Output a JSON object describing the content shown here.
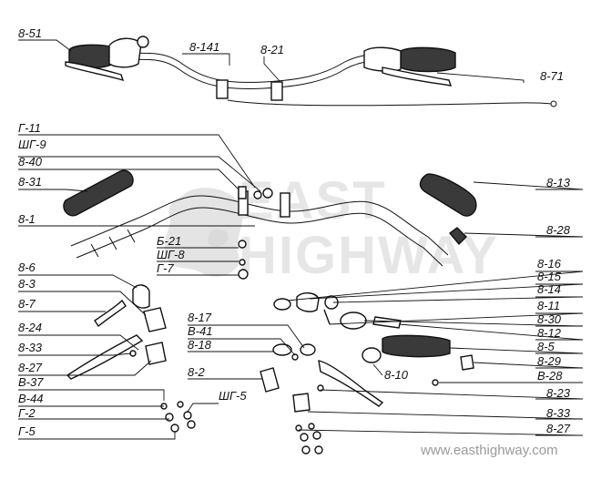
{
  "labels": {
    "l_8_51": "8-51",
    "l_8_141": "8-141",
    "l_8_21": "8-21",
    "l_8_71": "8-71",
    "l_g_11": "Г-11",
    "l_shg_9": "ШГ-9",
    "l_8_40": "8-40",
    "l_8_31": "8-31",
    "l_8_13": "8-13",
    "l_8_1": "8-1",
    "l_8_28a": "8-28",
    "l_b_21": "Б-21",
    "l_shg_8": "ШГ-8",
    "l_g_7": "Г-7",
    "l_8_6": "8-6",
    "l_8_3": "8-3",
    "l_8_7": "8-7",
    "l_8_24": "8-24",
    "l_8_33a": "8-33",
    "l_8_27a": "8-27",
    "l_v_37": "В-37",
    "l_v_44": "В-44",
    "l_g_2": "Г-2",
    "l_g_5": "Г-5",
    "l_8_17": "8-17",
    "l_v_41": "В-41",
    "l_8_18": "8-18",
    "l_8_2": "8-2",
    "l_shg_5": "ШГ-5",
    "l_8_16": "8-16",
    "l_8_15": "8-15",
    "l_8_14": "8-14",
    "l_8_11": "8-11",
    "l_8_30": "8-30",
    "l_8_12": "8-12",
    "l_8_5": "8-5",
    "l_8_29": "8-29",
    "l_v_28": "В-28",
    "l_8_10": "8-10",
    "l_8_23": "8-23",
    "l_8_33b": "8-33",
    "l_8_27b": "8-27"
  },
  "watermark": "EASTHIGHWAY",
  "watermark_line1": "EAST",
  "watermark_line2": "HIGHWAY",
  "footer_url": "www.easthighway.com"
}
